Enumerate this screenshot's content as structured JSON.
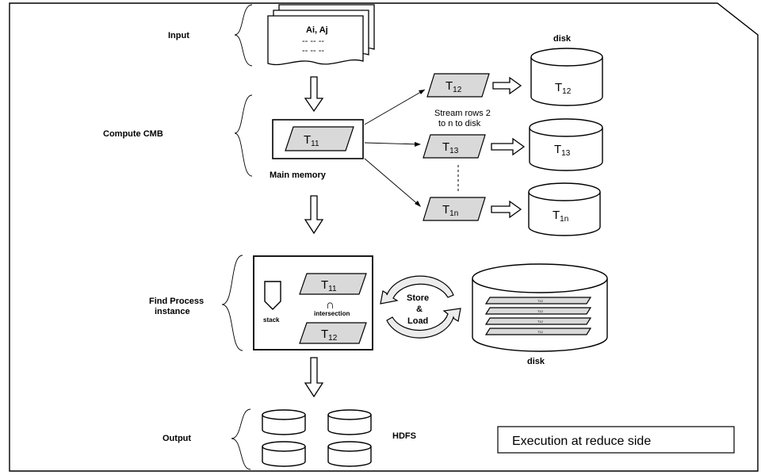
{
  "stages": {
    "input": "Input",
    "compute": "Compute CMB",
    "find_process_line1": "Find Process",
    "find_process_line2": "instance",
    "output": "Output"
  },
  "input_doc": {
    "header": "Ai, Aj",
    "line1": "-- -- --",
    "line2": "-- -- --"
  },
  "main_memory": {
    "label": "Main memory",
    "table": {
      "base": "T",
      "sub": "11"
    }
  },
  "stream_note": {
    "line1": "Stream rows 2",
    "line2": "to n  to disk"
  },
  "disk_top_label": "disk",
  "tables": [
    {
      "base": "T",
      "sub": "12"
    },
    {
      "base": "T",
      "sub": "13"
    },
    {
      "base": "T",
      "sub": "1n"
    }
  ],
  "disks": [
    {
      "base": "T",
      "sub": "12"
    },
    {
      "base": "T",
      "sub": "13"
    },
    {
      "base": "T",
      "sub": "1n"
    }
  ],
  "process_box": {
    "stack_label": "stack",
    "top_table": {
      "base": "T",
      "sub": "11"
    },
    "intersection_symbol": "∩",
    "intersection_label": "intersection",
    "bottom_table": {
      "base": "T",
      "sub": "12"
    }
  },
  "store_load": {
    "line1": "Store",
    "line2": "&",
    "line3": "Load"
  },
  "big_disk": {
    "label": "disk",
    "rows": [
      "T12",
      "T12",
      "T12",
      "T12"
    ]
  },
  "hdfs_label": "HDFS",
  "note_box": "Execution at reduce side"
}
